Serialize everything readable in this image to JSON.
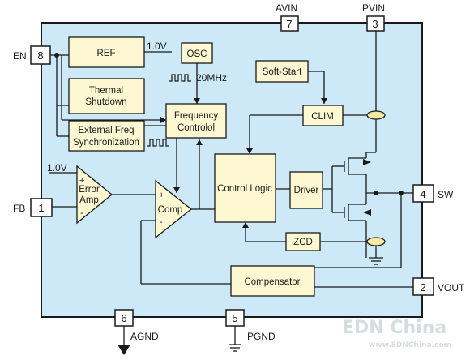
{
  "pins": {
    "en": {
      "number": "8",
      "label": "EN"
    },
    "fb": {
      "number": "1",
      "label": "FB"
    },
    "avin": {
      "number": "7",
      "label": "AVIN"
    },
    "pvin": {
      "number": "3",
      "label": "PVIN"
    },
    "sw": {
      "number": "4",
      "label": "SW"
    },
    "vout": {
      "number": "2",
      "label": "VOUT"
    },
    "agnd": {
      "number": "6",
      "label": "AGND"
    },
    "pgnd": {
      "number": "5",
      "label": "PGND"
    }
  },
  "blocks": {
    "ref": "REF",
    "osc": "OSC",
    "thermal": [
      "Thermal",
      "Shutdown"
    ],
    "ext_freq": [
      "External Freq",
      "Synchronization"
    ],
    "freq_control": [
      "Frequency",
      "Controlol"
    ],
    "soft_start": "Soft-Start",
    "clim": "CLIM",
    "control_logic": "Control Logic",
    "driver": "Driver",
    "zcd": "ZCD",
    "compensator": "Compensator",
    "error_amp": [
      "Error",
      "Amp"
    ],
    "comp": "Comp"
  },
  "annotations": {
    "ref_voltage": "1.0V",
    "error_amp_ref": "1.0V",
    "osc_freq": "20MHz",
    "plus": "+",
    "minus": "-"
  },
  "watermark": {
    "line1": "EDN China",
    "line2": "www.EDNChina.com"
  },
  "colors": {
    "chip_fill": "#cde8f6",
    "block_fill": "#fdf8d2",
    "line": "#1a1a1a",
    "highlight": "#f6e9a6"
  }
}
